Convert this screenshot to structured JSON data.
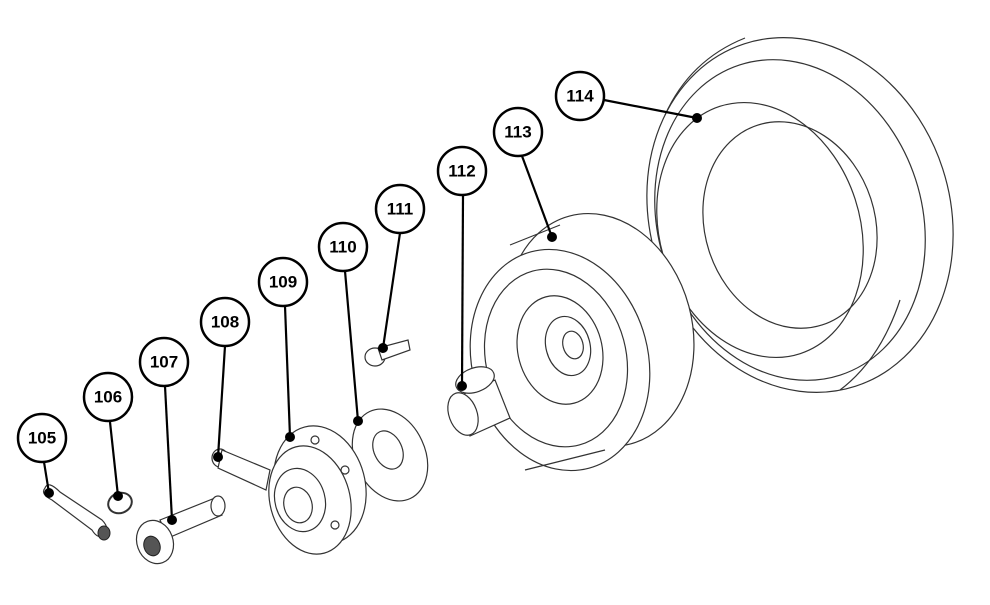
{
  "callouts": [
    {
      "label": "105"
    },
    {
      "label": "106"
    },
    {
      "label": "107"
    },
    {
      "label": "108"
    },
    {
      "label": "109"
    },
    {
      "label": "110"
    },
    {
      "label": "111"
    },
    {
      "label": "112"
    },
    {
      "label": "113"
    },
    {
      "label": "114"
    }
  ],
  "colors": {
    "line": "#000000",
    "drawing": "#333333",
    "background": "#ffffff"
  }
}
